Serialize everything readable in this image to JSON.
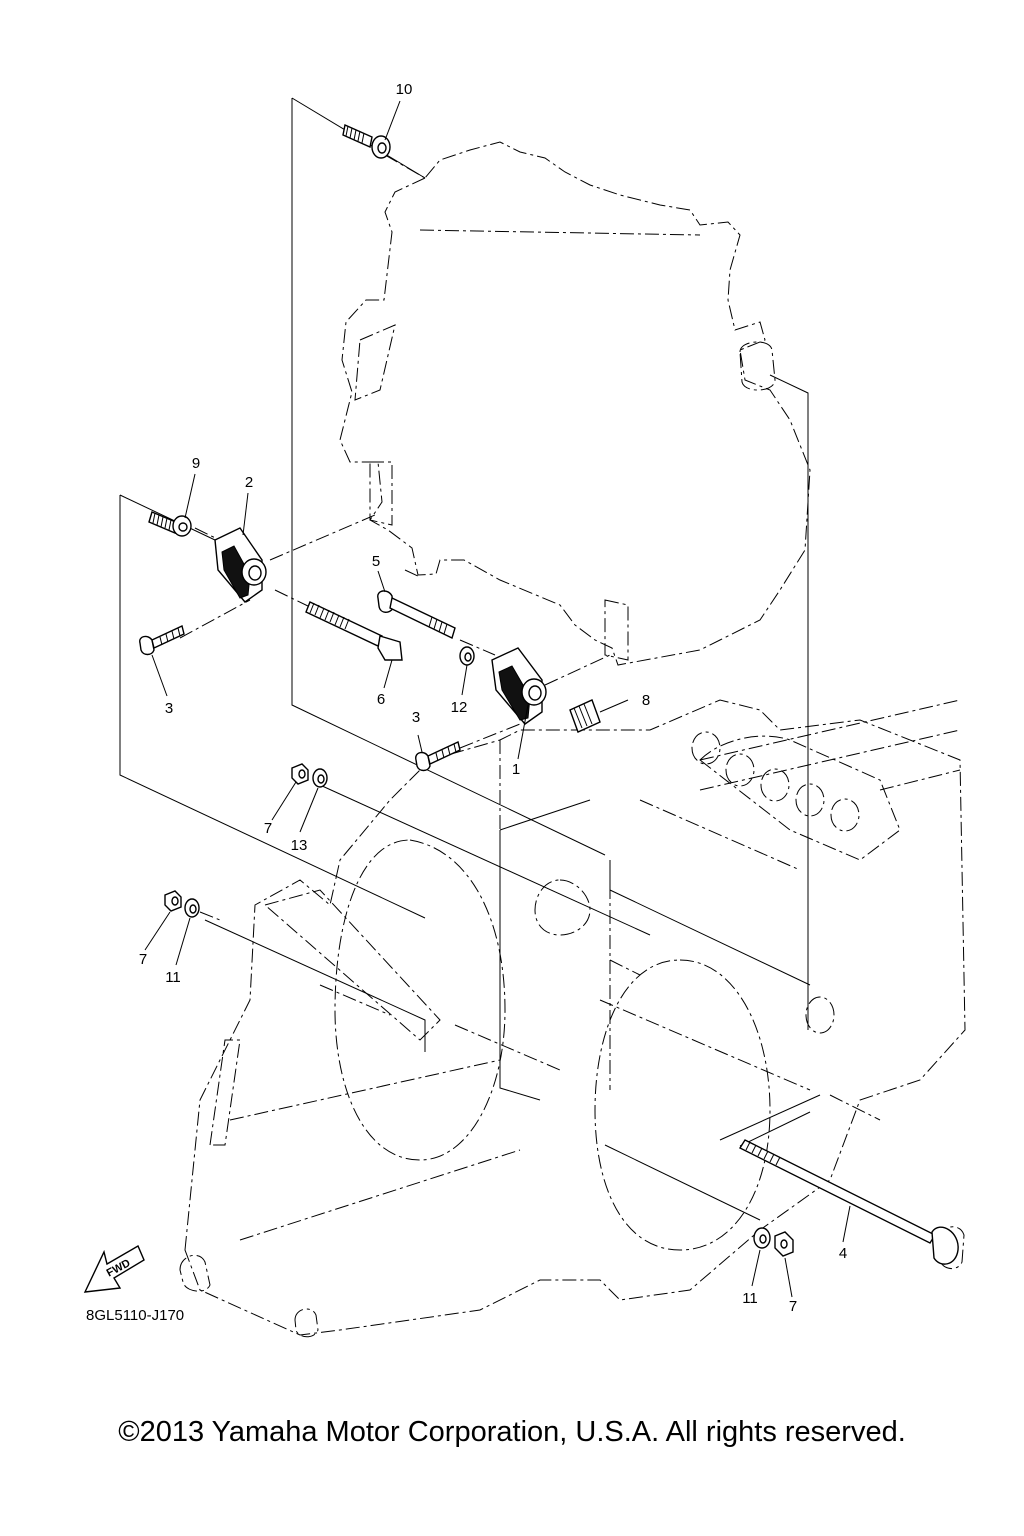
{
  "diagram": {
    "code": "8GL5110-J170",
    "fwd_arrow_label": "FWD",
    "copyright": "©2013 Yamaha Motor Corporation, U.S.A. All rights reserved.",
    "callouts": [
      "10",
      "9",
      "2",
      "5",
      "3",
      "6",
      "12",
      "8",
      "3",
      "1",
      "7",
      "13",
      "7",
      "11",
      "4",
      "11",
      "7"
    ]
  }
}
